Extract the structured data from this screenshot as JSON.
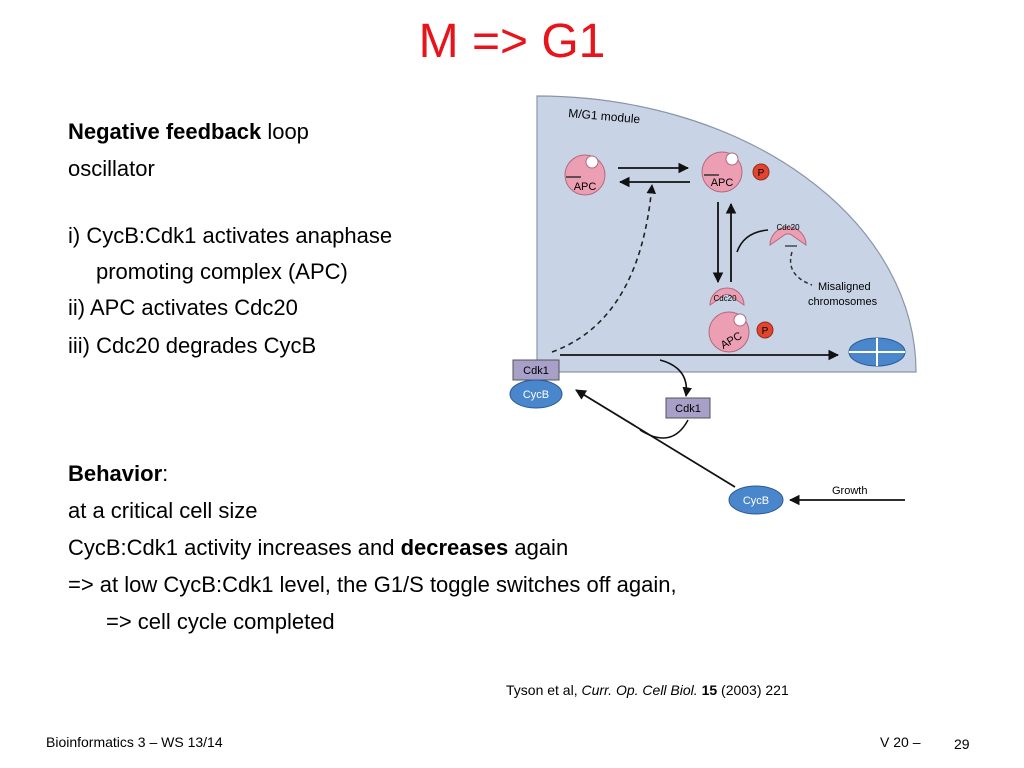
{
  "title": "M => G1",
  "left_text": {
    "negative_feedback": "Negative feedback",
    "loop": " loop",
    "oscillator": "oscillator",
    "item1_a": "i)  CycB:Cdk1 activates anaphase",
    "item1_b": "promoting complex (APC)",
    "item2": "ii)  APC activates Cdc20",
    "item3": "iii) Cdc20 degrades CycB"
  },
  "behavior": {
    "heading": "Behavior",
    "colon": ":",
    "line1": "at a critical cell size",
    "line2_a": "CycB:Cdk1 activity increases and ",
    "line2_b": "decreases",
    "line2_c": " again",
    "line3": "=> at low CycB:Cdk1 level,  the G1/S toggle switches off again,",
    "line4": "=> cell cycle completed"
  },
  "diagram": {
    "module_label": "M/G1 module",
    "apc": "APC",
    "p": "P",
    "cdc20": "Cdc20",
    "misaligned_1": "Misaligned",
    "misaligned_2": "chromosomes",
    "cdk1": "Cdk1",
    "cycb": "CycB",
    "growth": "Growth"
  },
  "citation": {
    "authors": "Tyson et al, ",
    "journal": "Curr. Op. Cell Biol.",
    "volume": "15",
    "rest": " (2003) 221"
  },
  "footer": {
    "left": "Bioinformatics 3 – WS 13/14",
    "version": "V 20  –",
    "page": "29"
  },
  "colors": {
    "title": "#e8141c",
    "module_fill": "#c8d4e6",
    "apc_fill": "#ec9fb2",
    "p_fill": "#e0462f",
    "cdk1_fill": "#a8a0c8",
    "cycb_fill": "#4a86cc"
  }
}
